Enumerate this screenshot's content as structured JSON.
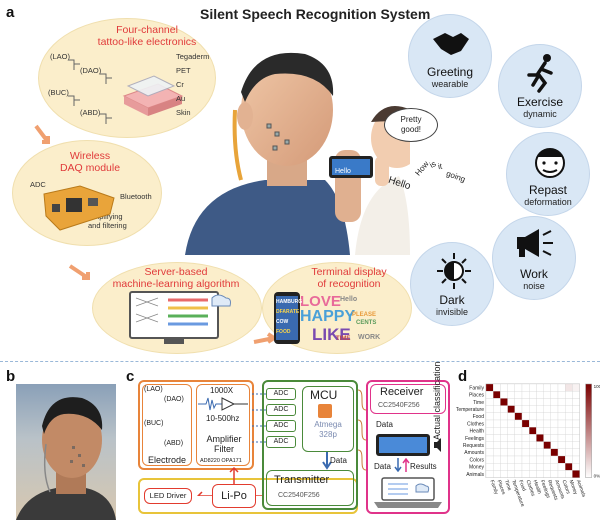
{
  "panel_a": {
    "letter": "a",
    "title": "Silent Speech Recognition System",
    "tattoo": {
      "title_line1": "Four-channel",
      "title_line2": "tattoo-like electronics",
      "channels": [
        "(LAO)",
        "(DAO)",
        "(BUC)",
        "(ABD)"
      ],
      "layers": [
        "Tegaderm",
        "PET",
        "Cr",
        "Au",
        "Skin"
      ]
    },
    "daq": {
      "title_line1": "Wireless",
      "title_line2": "DAQ module",
      "adc": "ADC",
      "bluetooth": "Bluetooth",
      "amp_line1": "Amplifying",
      "amp_line2": "and filtering"
    },
    "ml": {
      "title_line1": "Server-based",
      "title_line2": "machine-learning algorithm"
    },
    "terminal": {
      "title_line1": "Terminal display",
      "title_line2": "of recognition",
      "words": [
        "LOVE",
        "HAPPY",
        "LIKE",
        "Hello",
        "PLEASE",
        "CENTS",
        "WORK",
        "HAMBURG",
        "DFARATE",
        "COW",
        "FOOD",
        "TIME"
      ]
    },
    "scene": {
      "phone_text": "Hello",
      "bubble_line1": "Pretty",
      "bubble_line2": "good!",
      "speech_words": [
        "Hello",
        "How",
        "is",
        "it",
        "going"
      ]
    },
    "scenarios": [
      {
        "main": "Greeting",
        "sub": "wearable",
        "icon": "handshake-icon"
      },
      {
        "main": "Exercise",
        "sub": "dynamic",
        "icon": "runner-icon"
      },
      {
        "main": "Repast",
        "sub": "deformation",
        "icon": "eating-face-icon"
      },
      {
        "main": "Work",
        "sub": "noise",
        "icon": "megaphone-icon"
      },
      {
        "main": "Dark",
        "sub": "invisible",
        "icon": "moon-sun-icon"
      }
    ]
  },
  "panel_b": {
    "letter": "b"
  },
  "panel_c": {
    "letter": "c",
    "channels": [
      "(LAO)",
      "(DAO)",
      "(BUC)",
      "(ABD)"
    ],
    "gain": "1000X",
    "band": "10-500hz",
    "electrode": "Electrode",
    "amp_line1": "Amplifier",
    "amp_line2": "Filter",
    "amp_parts": "AD8220  OPA171",
    "led": "LED Driver",
    "battery": "Li-Po",
    "adc_label": "ADC",
    "mcu": "MCU",
    "mcu_chip_line1": "Atmega",
    "mcu_chip_line2": "328p",
    "data": "Data",
    "transmitter": "Transmitter",
    "transmitter_chip": "CC2540F256",
    "receiver": "Receiver",
    "receiver_chip": "CC2540F256",
    "rx_data": "Data",
    "rx_data2": "Data",
    "results": "Results",
    "colors": {
      "electrode": "#e8843a",
      "mcu": "#4a8a3a",
      "receiver": "#e0338a",
      "power": "#e8c43a",
      "arrow": "#e23b2e"
    }
  },
  "panel_d": {
    "letter": "d",
    "ylabel": "Actual classification",
    "classes": [
      "Family",
      "Places",
      "Time",
      "Temperature",
      "Food",
      "Clothes",
      "Health",
      "Feelings",
      "Requests",
      "Amounts",
      "Colors",
      "Money",
      "Animals"
    ],
    "colorbar_top": "100%",
    "colorbar_bottom": "0%"
  },
  "chart_data": {
    "type": "heatmap",
    "xlabel": "",
    "ylabel": "Actual classification",
    "categories": [
      "Family",
      "Places",
      "Time",
      "Temperature",
      "Food",
      "Clothes",
      "Health",
      "Feelings",
      "Requests",
      "Amounts",
      "Colors",
      "Money",
      "Animals"
    ],
    "diagonal": [
      1,
      1,
      1,
      1,
      1,
      1,
      1,
      1,
      1,
      1,
      1,
      1,
      1
    ],
    "off_diagonal": [
      {
        "row": 0,
        "col": 11,
        "value": 0.1
      },
      {
        "row": 0,
        "col": 12,
        "value": 0.05
      }
    ],
    "scale": [
      0,
      100
    ]
  }
}
